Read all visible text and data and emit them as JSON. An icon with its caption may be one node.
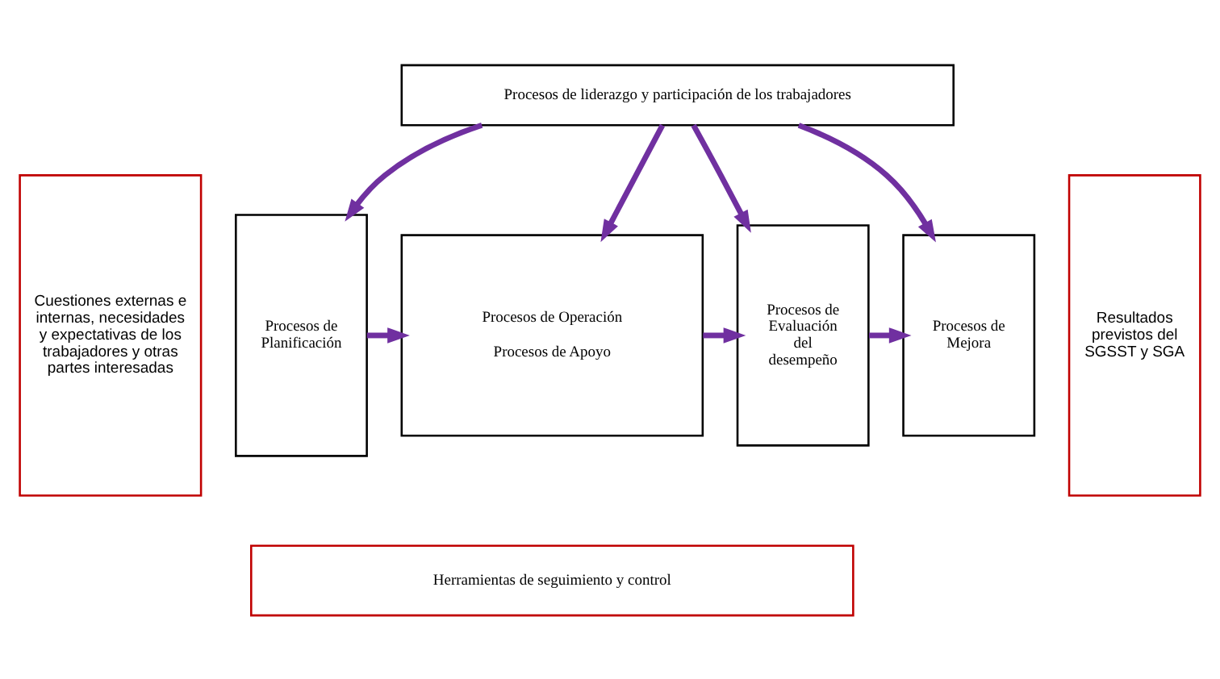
{
  "diagram": {
    "nodes": [
      {
        "text": [
          "Cuestiones externas e internas, necesidades y expectativas de los trabajadores y otras partes interesadas"
        ]
      },
      {
        "text": [
          "Procesos de liderazgo y participación de los trabajadores"
        ]
      },
      {
        "text": [
          "Procesos de Planificación"
        ]
      },
      {
        "text": [
          "Procesos de Operación",
          "Procesos de Apoyo"
        ]
      },
      {
        "text": [
          "Procesos de Evaluación del desempeño"
        ]
      },
      {
        "text": [
          "Procesos de Mejora"
        ]
      },
      {
        "text": [
          "Herramientas de seguimiento y control"
        ]
      },
      {
        "text": [
          "Resultados previstos del SGSST y SGA"
        ]
      }
    ],
    "edges": [
      {
        "from": 1,
        "to": 2,
        "arrow": "to"
      },
      {
        "from": 1,
        "to": 3,
        "arrow": "to"
      },
      {
        "from": 1,
        "to": 4,
        "arrow": "to"
      },
      {
        "from": 1,
        "to": 5,
        "arrow": "to"
      },
      {
        "from": 2,
        "to": 3,
        "arrow": "to"
      },
      {
        "from": 3,
        "to": 4,
        "arrow": "to"
      },
      {
        "from": 4,
        "to": 5,
        "arrow": "to"
      }
    ]
  }
}
